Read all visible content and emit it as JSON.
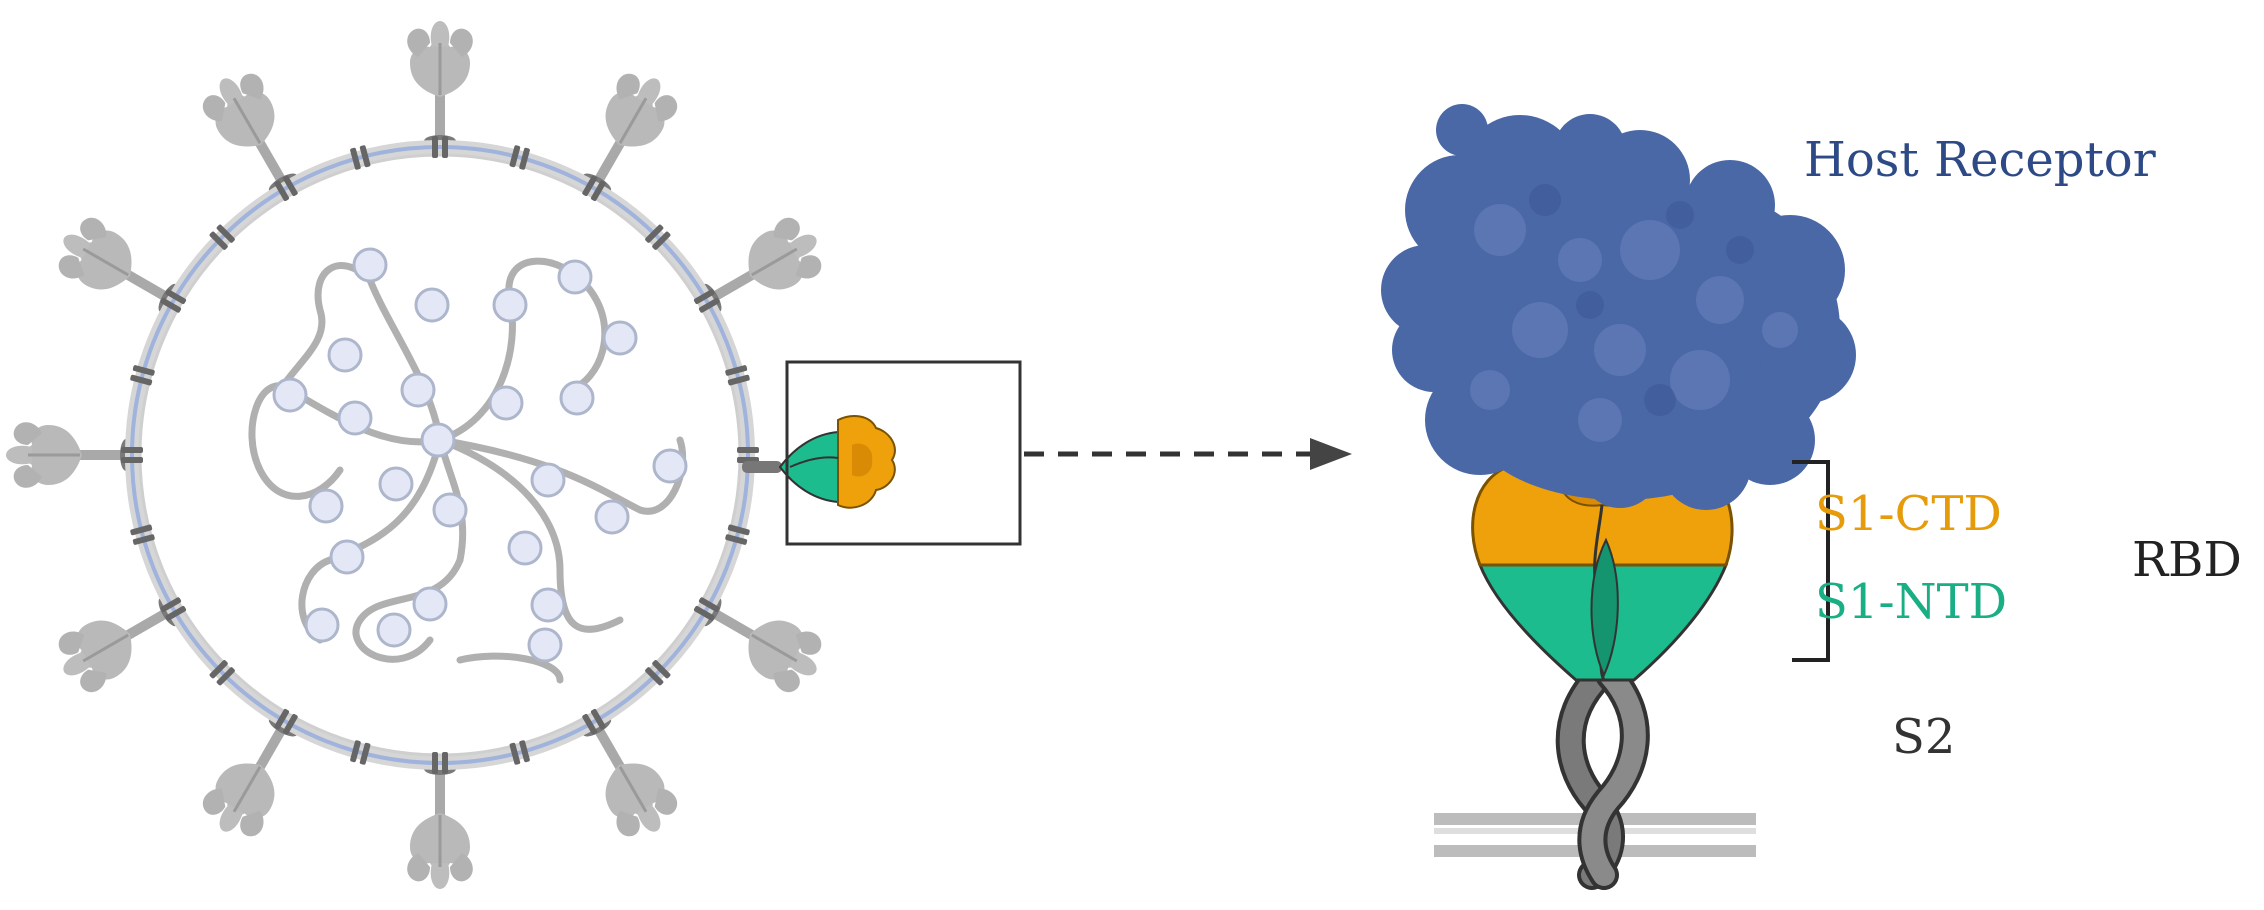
{
  "labels": {
    "host_receptor": "Host Receptor",
    "s1_ctd": "S1-CTD",
    "s1_ntd": "S1-NTD",
    "rbd": "RBD",
    "s2": "S2"
  },
  "colors": {
    "receptor_blue": "#4a67a6",
    "receptor_label": "#2d4a86",
    "ctd_orange": "#eea10a",
    "ntd_green": "#1dbc8e",
    "stalk_gray": "#6e6e6e",
    "virus_gray": "#b9b9b9",
    "membrane_blue": "#9fb3dc",
    "rna_bead": "#e4e8f6",
    "dark_text": "#222222"
  },
  "icons": {
    "virus": "coronavirus-virion-icon",
    "zoom_box": "zoom-box-icon",
    "arrow": "dashed-arrow-icon",
    "receptor": "host-receptor-blob-icon",
    "spike": "spike-protein-icon",
    "bracket": "rbd-bracket-icon",
    "membrane": "cell-membrane-icon"
  }
}
